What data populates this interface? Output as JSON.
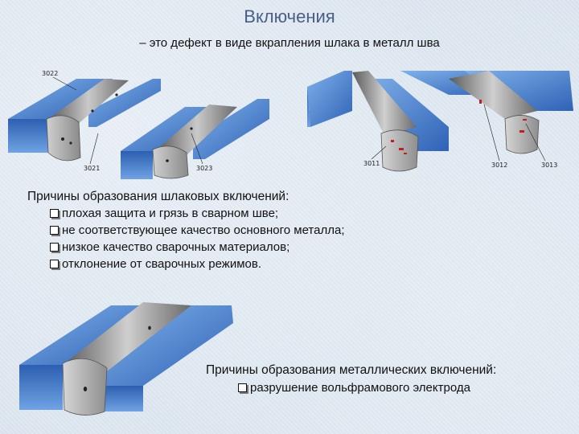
{
  "slide": {
    "title": "Включения",
    "subtitle": "– это дефект в виде вкрапления шлака в металл шва"
  },
  "figure_labels": {
    "a": "3022",
    "b": "3021",
    "c": "3023",
    "d": "3011",
    "e": "3012",
    "f": "3013"
  },
  "slag_causes": {
    "heading": "Причины образования шлаковых включений:",
    "items": [
      "плохая защита и грязь в сварном шве;",
      "не соответствующее качество основного металла;",
      "низкое качество сварочных материалов;",
      "отклонение от сварочных режимов."
    ]
  },
  "metal_causes": {
    "heading": "Причины образования металлических включений:",
    "items": [
      "разрушение вольфрамового электрода"
    ]
  },
  "colors": {
    "title": "#4a5f86",
    "plate_blue": "#3a6fc4",
    "weld_gray": "#9a9a9a",
    "defect_red": "#c02020"
  }
}
